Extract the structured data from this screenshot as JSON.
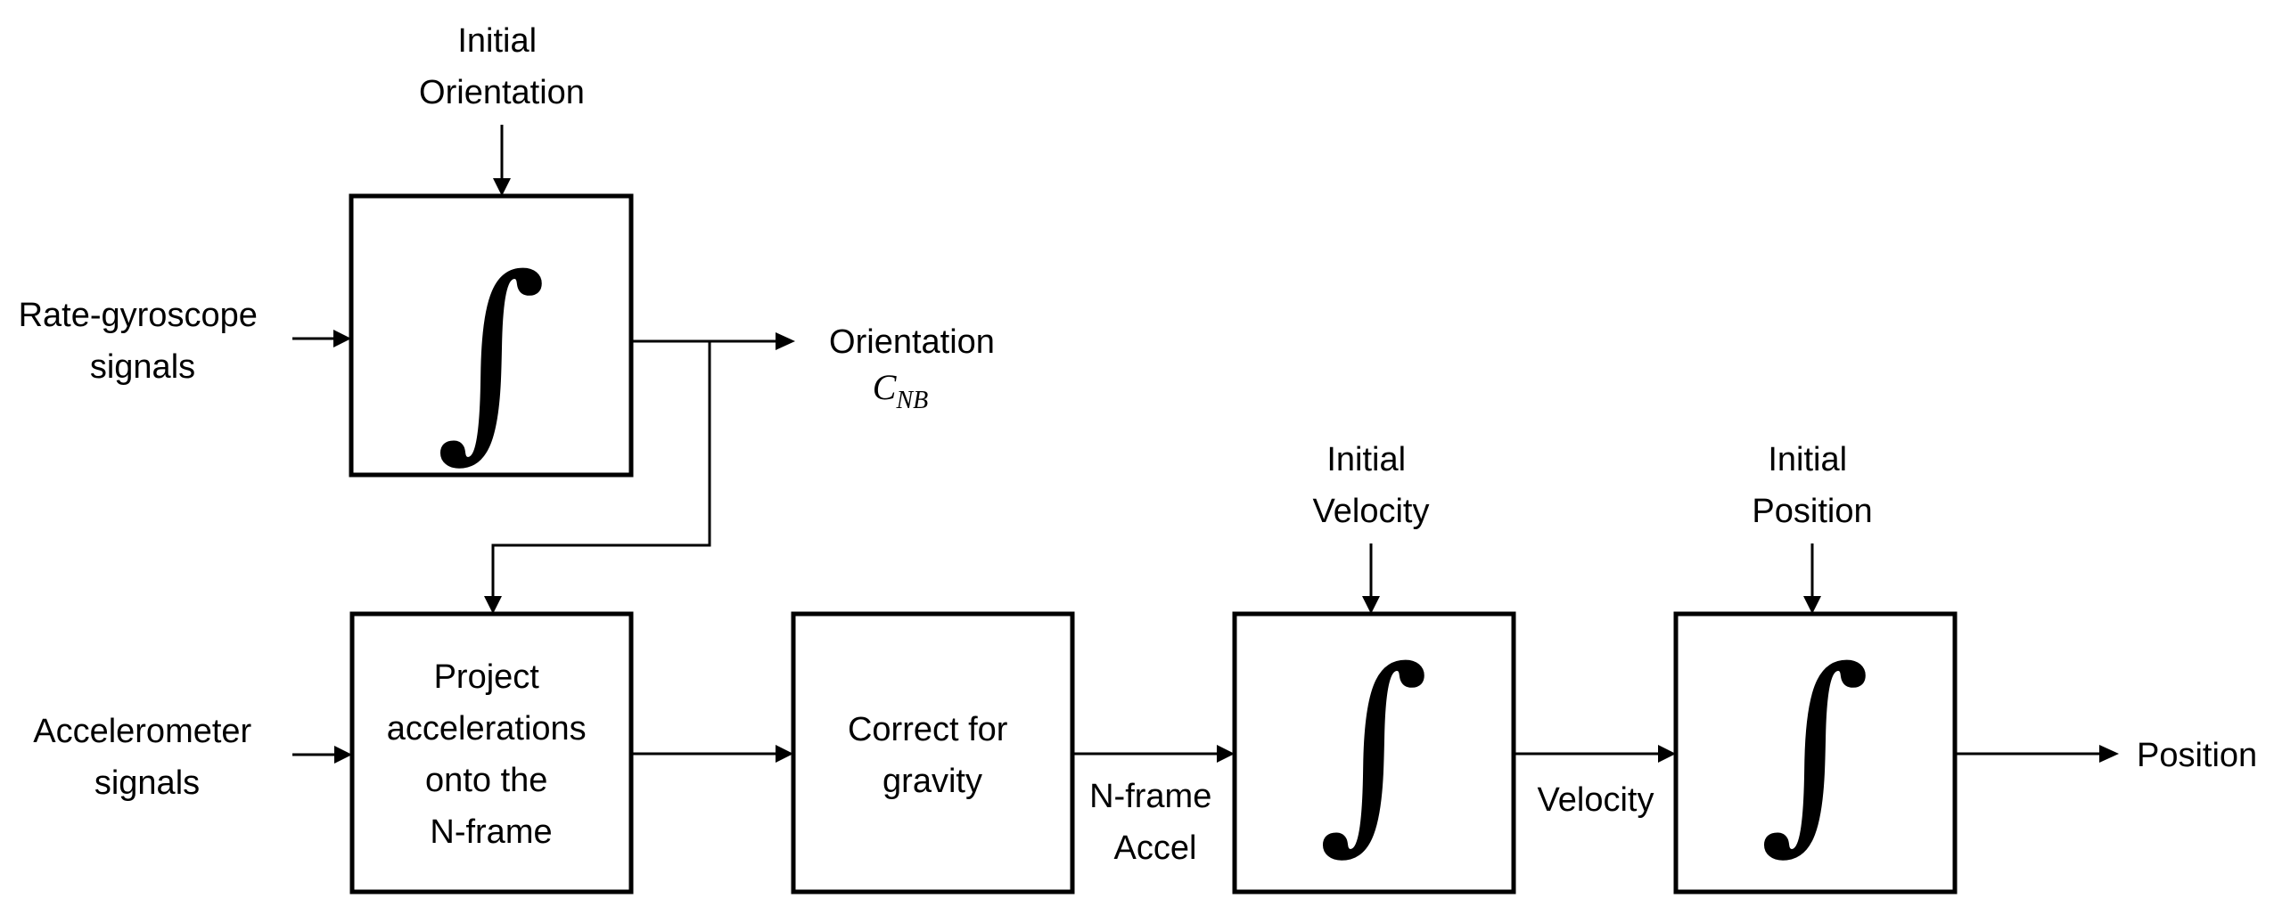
{
  "inputs": {
    "initial_orientation": [
      "Initial",
      "Orientation"
    ],
    "rate_gyro": [
      "Rate-gyroscope",
      "signals"
    ],
    "accelerometer": [
      "Accelerometer",
      "signals"
    ],
    "initial_velocity": [
      "Initial",
      "Velocity"
    ],
    "initial_position": [
      "Initial",
      "Position"
    ]
  },
  "blocks": {
    "gyro_integrator": "∫",
    "project": [
      "Project",
      "accelerations",
      "onto the",
      "N-frame"
    ],
    "gravity": [
      "Correct for",
      "gravity"
    ],
    "velocity_integrator": "∫",
    "position_integrator": "∫"
  },
  "outputs": {
    "orientation": "Orientation",
    "cnb_symbol": "C",
    "cnb_subscript": "NB",
    "nframe_accel": [
      "N-frame",
      "Accel"
    ],
    "velocity": "Velocity",
    "position": "Position"
  }
}
